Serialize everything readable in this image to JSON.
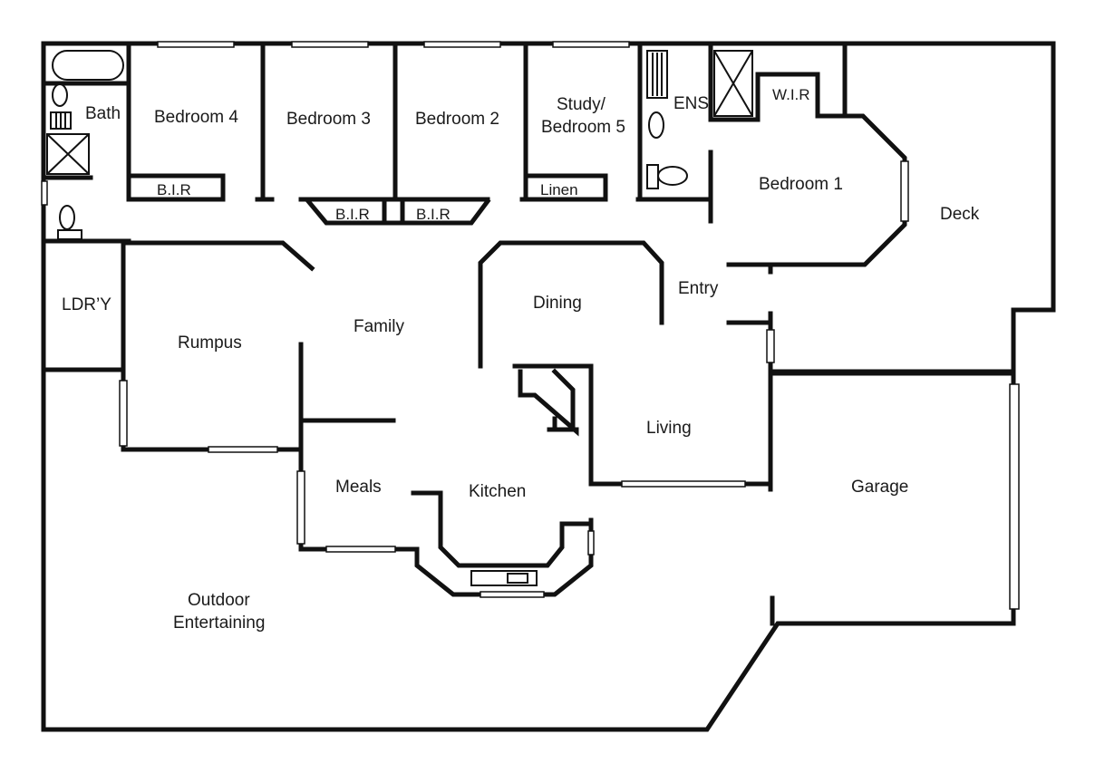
{
  "rooms": {
    "bath": "Bath",
    "bedroom4": "Bedroom 4",
    "bedroom3": "Bedroom 3",
    "bedroom2": "Bedroom 2",
    "study_line1": "Study/",
    "study_line2": "Bedroom 5",
    "ens": "ENS",
    "wir": "W.I.R",
    "bedroom1": "Bedroom 1",
    "deck": "Deck",
    "ldry": "LDR’Y",
    "rumpus": "Rumpus",
    "family": "Family",
    "dining": "Dining",
    "entry": "Entry",
    "living": "Living",
    "meals": "Meals",
    "kitchen": "Kitchen",
    "garage": "Garage",
    "outdoor_line1": "Outdoor",
    "outdoor_line2": "Entertaining"
  },
  "storage": {
    "bir_bed4": "B.I.R",
    "bir_bed3": "B.I.R",
    "bir_bed2": "B.I.R",
    "linen": "Linen"
  },
  "colors": {
    "wall": "#111111",
    "background": "#ffffff"
  }
}
